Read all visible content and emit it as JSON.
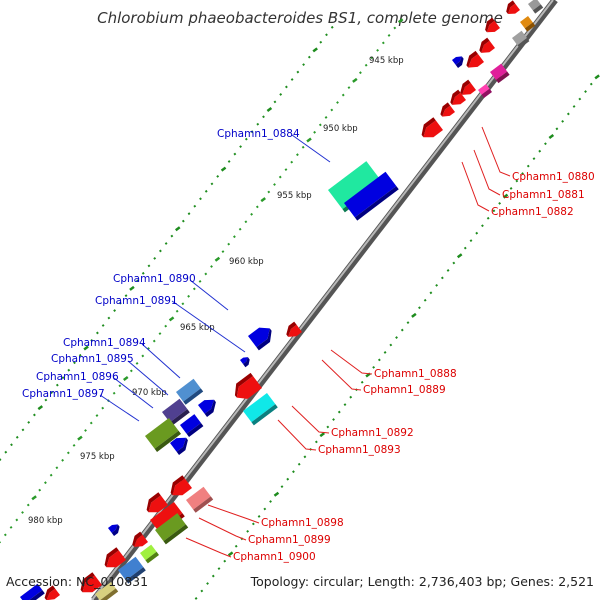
{
  "header": {
    "title": "Chlorobium phaeobacteroides BS1, complete genome"
  },
  "footer": {
    "accession": "Accession: NC_010831",
    "topology": "Topology: circular; Length: 2,736,403 bp; Genes: 2,521"
  },
  "map": {
    "kbp_labels": [
      "945 kbp",
      "950 kbp",
      "955 kbp",
      "960 kbp",
      "965 kbp",
      "970 kbp",
      "975 kbp",
      "980 kbp"
    ],
    "forward_strand_label_color": "#0000c8",
    "reverse_strand_label_color": "#dc0000",
    "forward_labels": [
      "Cphamn1_0884",
      "Cphamn1_0890",
      "Cphamn1_0891",
      "Cphamn1_0894",
      "Cphamn1_0895",
      "Cphamn1_0896",
      "Cphamn1_0897"
    ],
    "reverse_labels": [
      "Cphamn1_0880",
      "Cphamn1_0881",
      "Cphamn1_0882",
      "Cphamn1_0888",
      "Cphamn1_0889",
      "Cphamn1_0892",
      "Cphamn1_0893",
      "Cphamn1_0898",
      "Cphamn1_0899",
      "Cphamn1_0900"
    ]
  }
}
